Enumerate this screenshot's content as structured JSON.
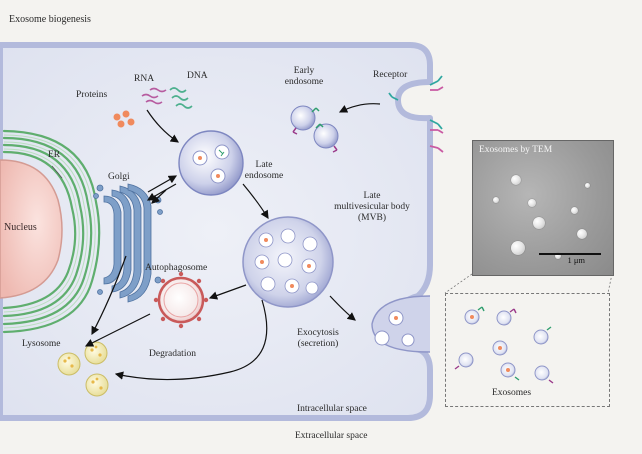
{
  "title": "Exosome biogenesis",
  "labels": {
    "nucleus": "Nucleus",
    "er": "ER",
    "golgi": "Golgi",
    "proteins": "Proteins",
    "rna": "RNA",
    "dna": "DNA",
    "early_endosome": "Early\nendosome",
    "receptor": "Receptor",
    "late_endosome": "Late\nendosome",
    "late_mvb": "Late\nmultivesicular body\n(MVB)",
    "autophagosome": "Autophagosome",
    "degradation": "Degradation",
    "lysosome": "Lysosome",
    "exocytosis": "Exocytosis\n(secretion)",
    "intracellular": "Intracellular space",
    "extracellular": "Extracellular space",
    "exosomes": "Exosomes"
  },
  "tem": {
    "title": "Exosomes by TEM",
    "scale": "1 μm"
  },
  "colors": {
    "cell_fill": "#e6e9f3",
    "cell_border": "#b8bfdc",
    "nucleus": "#f3c8c2",
    "er": "#5fae6e",
    "golgi": "#6b8fb9",
    "vesicle": "#c7cbe8",
    "lysosome": "#f2e9a6",
    "autophagosome_ring": "#c95a5a"
  }
}
